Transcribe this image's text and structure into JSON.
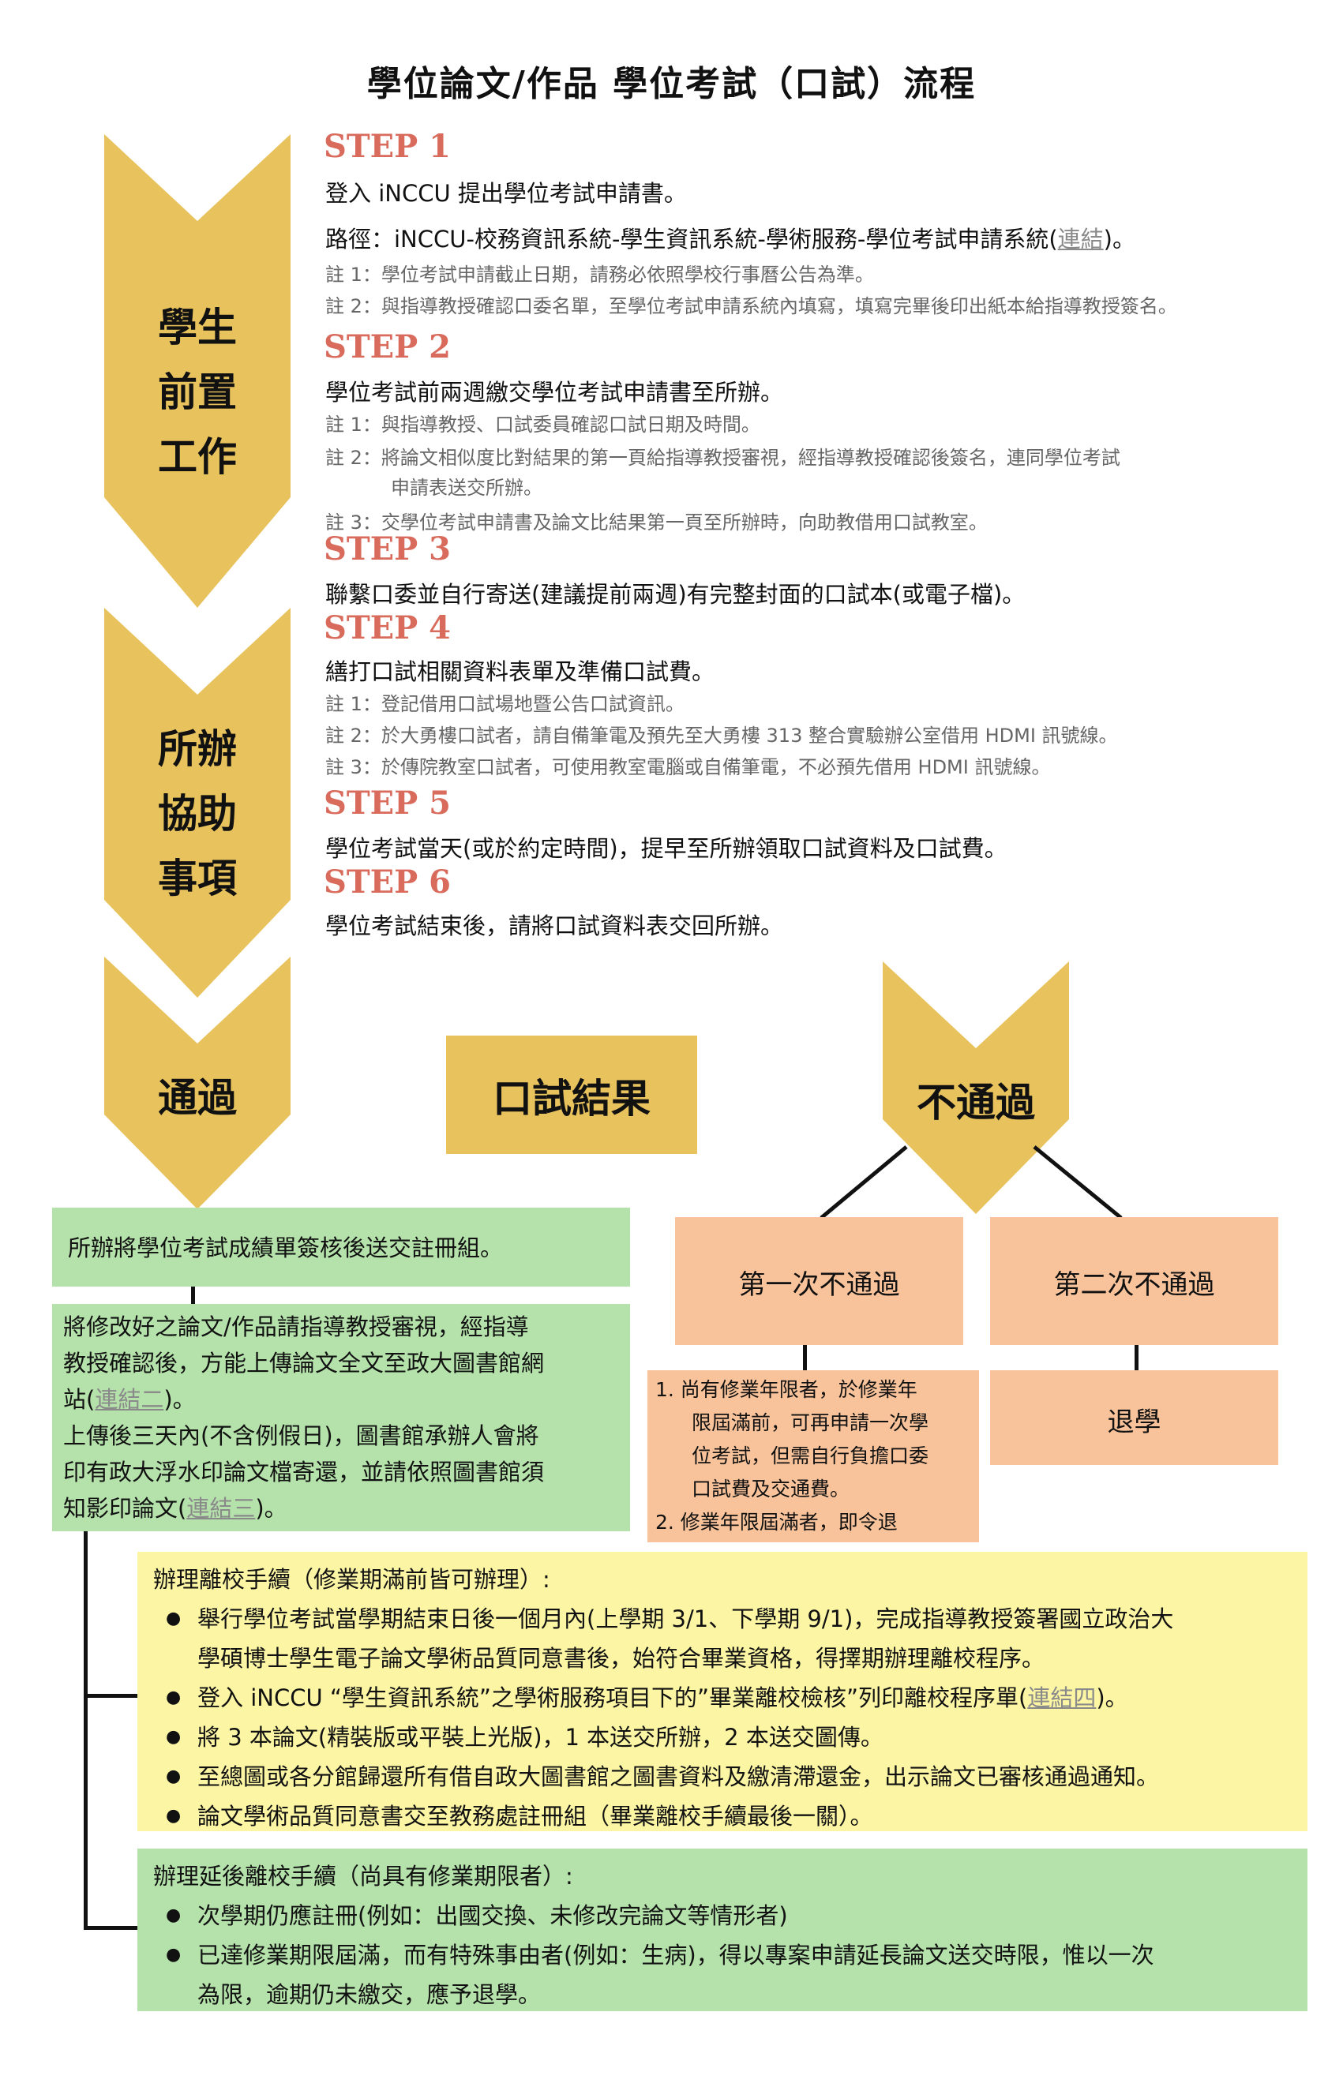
{
  "title": "學位論文/作品  學位考試（口試）流程",
  "colors": {
    "chevron": "#e8c25c",
    "step_heading": "#d96b5c",
    "green": "#b4e2aa",
    "yellow": "#fbf5a4",
    "orange": "#f8c39a"
  },
  "chevrons": {
    "pre": [
      "學生",
      "前置",
      "工作"
    ],
    "assist": [
      "所辦",
      "協助",
      "事項"
    ],
    "pass": "通過",
    "fail": "不通過"
  },
  "result_label": "口試結果",
  "steps": {
    "s1": {
      "heading": "STEP 1",
      "line1": "登入 iNCCU 提出學位考試申請書。",
      "line2_prefix": "路徑：iNCCU-校務資訊系統-學生資訊系統-學術服務-學位考試申請系統(",
      "line2_link": "連結",
      "line2_suffix": ")。",
      "note1": "註 1：學位考試申請截止日期，請務必依照學校行事曆公告為準。",
      "note2": "註 2：與指導教授確認口委名單，至學位考試申請系統內填寫，填寫完畢後印出紙本給指導教授簽名。"
    },
    "s2": {
      "heading": "STEP 2",
      "line1": "學位考試前兩週繳交學位考試申請書至所辦。",
      "note1": "註 1：與指導教授、口試委員確認口試日期及時間。",
      "note2a": "註 2：將論文相似度比對結果的第一頁給指導教授審視，經指導教授確認後簽名，連同學位考試",
      "note2b": "申請表送交所辦。",
      "note3": "註 3：交學位考試申請書及論文比結果第一頁至所辦時，向助教借用口試教室。"
    },
    "s3": {
      "heading": "STEP 3",
      "line1": "聯繫口委並自行寄送(建議提前兩週)有完整封面的口試本(或電子檔)。"
    },
    "s4": {
      "heading": "STEP 4",
      "line1": "繕打口試相關資料表單及準備口試費。",
      "note1": "註 1：登記借用口試場地暨公告口試資訊。",
      "note2": "註 2：於大勇樓口試者，請自備筆電及預先至大勇樓 313 整合實驗辦公室借用 HDMI 訊號線。",
      "note3": "註 3：於傳院教室口試者，可使用教室電腦或自備筆電，不必預先借用 HDMI 訊號線。"
    },
    "s5": {
      "heading": "STEP 5",
      "line1": "學位考試當天(或於約定時間)，提早至所辦領取口試資料及口試費。"
    },
    "s6": {
      "heading": "STEP 6",
      "line1": "學位考試結束後，請將口試資料表交回所辦。"
    }
  },
  "pass_path": {
    "box1": "所辦將學位考試成績單簽核後送交註冊組。",
    "box2_l1": "將修改好之論文/作品請指導教授審視，經指導",
    "box2_l2": "教授確認後，方能上傳論文全文至政大圖書館網",
    "box2_l3_prefix": "站(",
    "box2_l3_link": "連結二",
    "box2_l3_suffix": ")。",
    "box2_l4": "上傳後三天內(不含例假日)，圖書館承辦人會將",
    "box2_l5": "印有政大浮水印論文檔寄還，並請依照圖書館須",
    "box2_l6_prefix": "知影印論文(",
    "box2_l6_link": "連結三",
    "box2_l6_suffix": ")。"
  },
  "fail_path": {
    "first_fail": "第一次不通過",
    "second_fail": "第二次不通過",
    "first_note_1a": "1.  尚有修業年限者，於修業年",
    "first_note_1b": "限屆滿前，可再申請一次學",
    "first_note_1c": "位考試，但需自行負擔口委",
    "first_note_1d": "口試費及交通費。",
    "first_note_2": "2.  修業年限屆滿者，即令退",
    "second_result": "退學"
  },
  "leave": {
    "title": "辦理離校手續（修業期滿前皆可辦理）:",
    "b1a": "舉行學位考試當學期結束日後一個月內(上學期 3/1、下學期 9/1)，完成指導教授簽署國立政治大",
    "b1b": "學碩博士學生電子論文學術品質同意書後，始符合畢業資格，得擇期辦理離校程序。",
    "b2_prefix": "登入 iNCCU  “學生資訊系統”之學術服務項目下的”畢業離校檢核”列印離校程序單(",
    "b2_link": "連結四",
    "b2_suffix": ")。",
    "b3": "將 3 本論文(精裝版或平裝上光版)，1 本送交所辦，2 本送交圖傳。",
    "b4": "至總圖或各分館歸還所有借自政大圖書館之圖書資料及繳清滯還金，出示論文已審核通過通知。",
    "b5": "論文學術品質同意書交至教務處註冊組（畢業離校手續最後一關）。"
  },
  "delay": {
    "title": "辦理延後離校手續（尚具有修業期限者）:",
    "b1": "次學期仍應註冊(例如：出國交換、未修改完論文等情形者)",
    "b2a": "已達修業期限屆滿，而有特殊事由者(例如：生病)，得以專案申請延長論文送交時限，惟以一次",
    "b2b": "為限，逾期仍未繳交，應予退學。"
  }
}
